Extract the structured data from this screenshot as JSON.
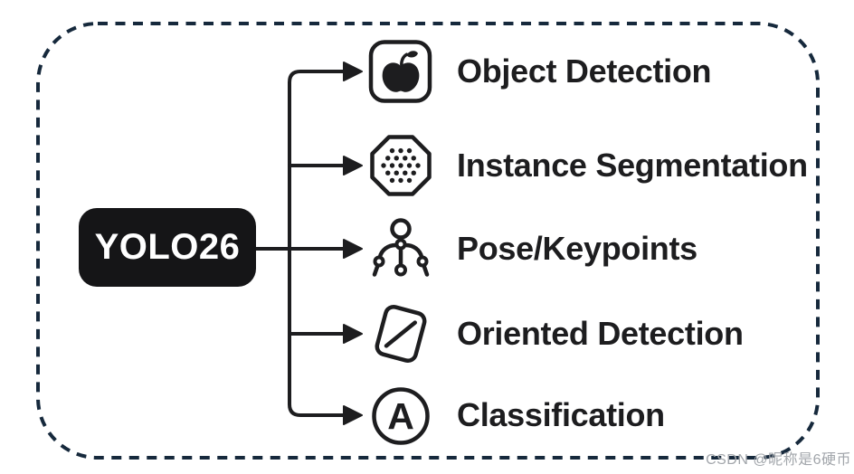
{
  "diagram": {
    "root_label": "YOLO26",
    "tasks": [
      {
        "label": "Object Detection",
        "icon": "apple-icon"
      },
      {
        "label": "Instance Segmentation",
        "icon": "dotted-octagon-icon"
      },
      {
        "label": "Pose/Keypoints",
        "icon": "pose-skeleton-icon"
      },
      {
        "label": "Oriented Detection",
        "icon": "rotated-box-icon"
      },
      {
        "label": "Classification",
        "icon": "letter-a-circle-icon",
        "icon_letter": "A"
      }
    ]
  },
  "watermark": {
    "text": "CSDN @昵称是6硬币"
  },
  "colors": {
    "ink": "#1d1d1f",
    "dashed_border": "#16293c",
    "root_box_bg": "#151517",
    "root_box_text": "#ffffff",
    "watermark_text": "#a2a6ab"
  }
}
